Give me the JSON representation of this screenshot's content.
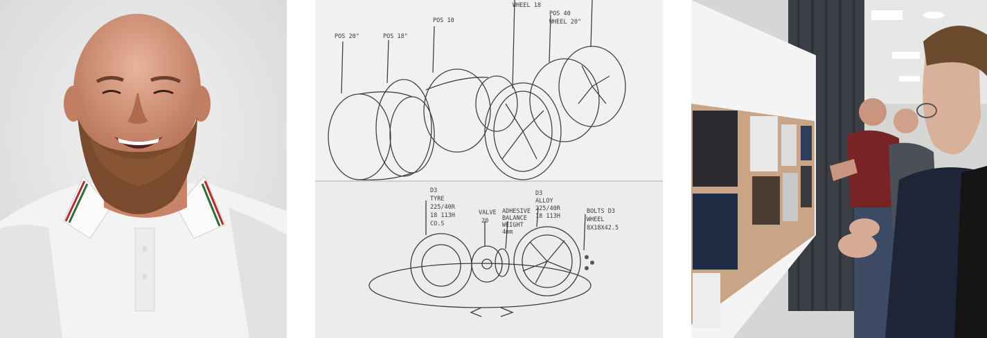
{
  "panels": [
    {
      "id": "portrait",
      "subject": "smiling bearded man in white polo"
    },
    {
      "id": "sketch",
      "subject": "pencil sketch of wheels and exploded tyre assembly"
    },
    {
      "id": "review",
      "subject": "people reviewing design boards on a wall"
    }
  ],
  "sketch": {
    "labels_top": [
      "POS 20\"",
      "POS 18\"",
      "POS 10",
      "WHEEL 18",
      "POS 40",
      "WHEEL 20\""
    ],
    "labels_bottom": {
      "tyre": [
        "D3",
        "TYRE",
        "225/40R",
        "18 113H",
        "CO.S"
      ],
      "valve": [
        "VALVE",
        "20"
      ],
      "balance": [
        "ADHESIVE",
        "BALANCE",
        "WEIGHT",
        "4mm"
      ],
      "alloy": [
        "D3",
        "ALLOY",
        "225/40R",
        "18 113H"
      ],
      "bolts": [
        "BOLTS D3",
        "WHEEL",
        "8X18X42.5"
      ]
    }
  }
}
